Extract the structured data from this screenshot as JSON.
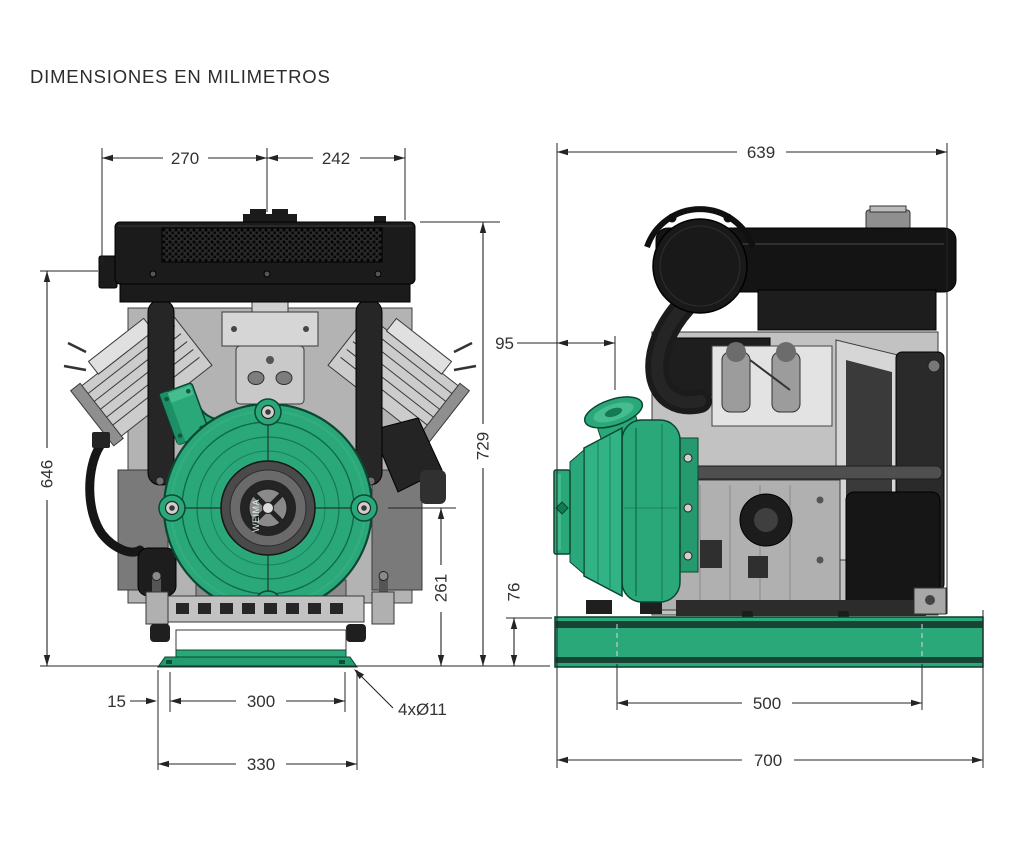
{
  "title": "DIMENSIONES EN MILIMETROS",
  "pump_brand_text": "WEIMA",
  "dims": {
    "front": {
      "muffler_left_span": "270",
      "muffler_right_span": "242",
      "height_to_exhaust_outlet": "646",
      "overall_height": "729",
      "pump_axis_height": "261",
      "foot_edge_to_hole": "15",
      "foot_hole_spacing": "300",
      "foot_overall_width": "330",
      "mounting_holes_callout": "4xØ11"
    },
    "side": {
      "unit_length": "639",
      "discharge_port_setback": "95",
      "base_rail_height": "76",
      "base_hole_spacing": "500",
      "base_overall_length": "700"
    }
  },
  "colors": {
    "pump_green": "#2aa87a",
    "pump_green_dark": "#147a55",
    "drawing_line": "#242424",
    "machine_black": "#161616",
    "machine_gray": "#c2c2c2"
  }
}
